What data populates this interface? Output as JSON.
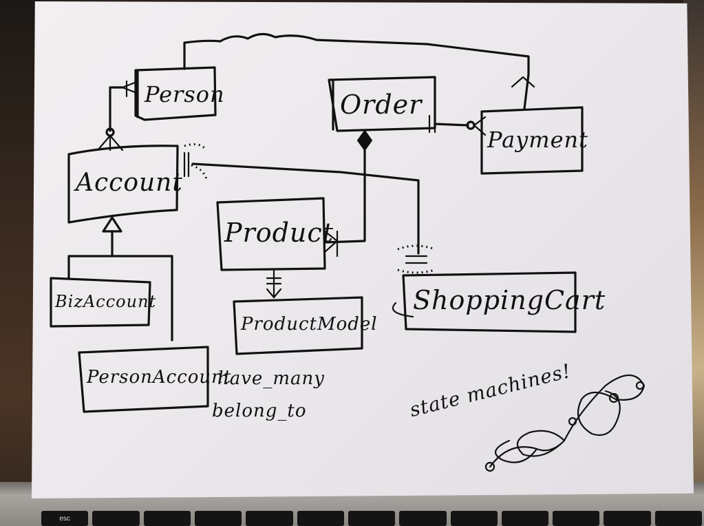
{
  "entities": {
    "person": "Person",
    "account": "Account",
    "order": "Order",
    "payment": "Payment",
    "product": "Product",
    "product_model": "ProductModel",
    "shopping_cart": "ShoppingCart",
    "biz_account": "BizAccount",
    "person_account": "PersonAccount"
  },
  "notes": {
    "have_many_line1": "have_many",
    "have_many_line2": "belong_to",
    "state_machines": "state machines!"
  },
  "keyboard": {
    "keys": [
      "esc",
      "",
      "",
      "",
      "",
      "",
      "",
      "",
      "",
      "",
      "",
      "",
      ""
    ]
  },
  "colors": {
    "paper": "#efecef",
    "ink": "#111111"
  }
}
